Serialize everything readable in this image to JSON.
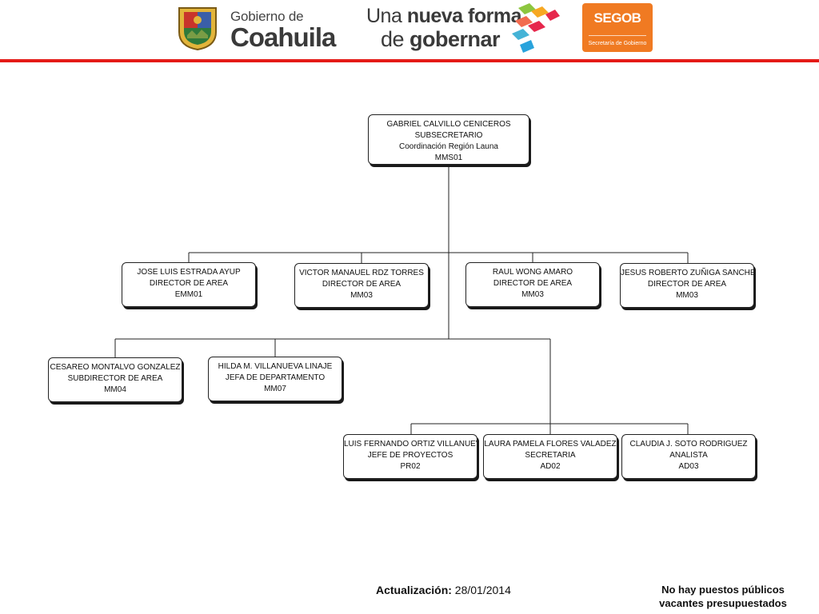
{
  "header": {
    "gobierno_small": "Gobierno de",
    "gobierno_big": "Coahuila",
    "slogan_part1": "Una ",
    "slogan_part1_bold": "nueva forma",
    "slogan_part2": "de ",
    "slogan_part2_bold": "gobernar",
    "segob_title": "SEGOB",
    "segob_subtitle": "Secretaría de Gobierno",
    "accent_red": "#e41b17",
    "segob_orange": "#f07a22"
  },
  "org": {
    "head": {
      "name": "GABRIEL CALVILLO CENICEROS",
      "title": "SUBSECRETARIO",
      "area": "Coordinación Región Launa",
      "code": "MMS01"
    },
    "directors": [
      {
        "name": "JOSE LUIS ESTRADA AYUP",
        "title": "DIRECTOR DE AREA",
        "code": "EMM01"
      },
      {
        "name": "VICTOR MANAUEL RDZ TORRES",
        "title": "DIRECTOR DE AREA",
        "code": "MM03"
      },
      {
        "name": "RAUL WONG AMARO",
        "title": "DIRECTOR DE AREA",
        "code": "MM03"
      },
      {
        "name": "JESUS ROBERTO ZUÑIGA SANCHEZ",
        "title": "DIRECTOR DE AREA",
        "code": "MM03"
      }
    ],
    "middle": [
      {
        "name": "CESAREO MONTALVO GONZALEZ",
        "title": "SUBDIRECTOR DE AREA",
        "code": "MM04"
      },
      {
        "name": "HILDA M. VILLANUEVA LINAJE",
        "title": "JEFA DE DEPARTAMENTO",
        "code": "MM07"
      }
    ],
    "staff": [
      {
        "name": "LUIS FERNANDO ORTIZ VILLANUEVA",
        "title": "JEFE DE PROYECTOS",
        "code": "PR02"
      },
      {
        "name": "LAURA PAMELA FLORES VALADEZ",
        "title": "SECRETARIA",
        "code": "AD02"
      },
      {
        "name": "CLAUDIA J. SOTO RODRIGUEZ",
        "title": "ANALISTA",
        "code": "AD03"
      }
    ]
  },
  "footer": {
    "update_label": "Actualización:",
    "update_date": " 28/01/2014",
    "vacantes_line1": "No hay puestos públicos",
    "vacantes_line2": "vacantes presupuestados"
  }
}
